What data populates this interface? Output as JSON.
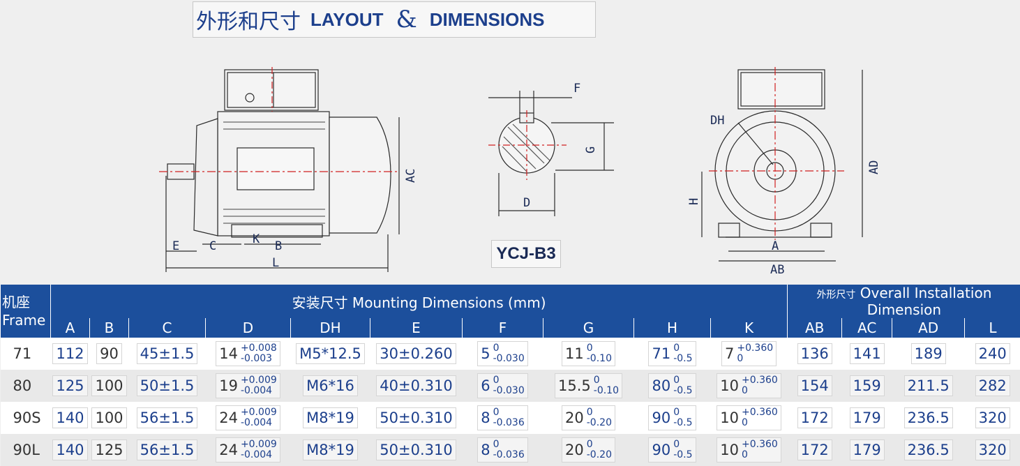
{
  "title": {
    "cn": "外形和尺寸",
    "en_left": "LAYOUT",
    "amp": "&",
    "en_right": "DIMENSIONS"
  },
  "model": "YCJ-B3",
  "drawing_labels": {
    "E": "E",
    "C": "C",
    "K": "K",
    "B": "B",
    "L": "L",
    "AC": "AC",
    "F": "F",
    "G": "G",
    "D": "D",
    "DH": "DH",
    "H": "H",
    "A": "A",
    "AB": "AB",
    "AD": "AD"
  },
  "table": {
    "frame_header_cn": "机座",
    "frame_header_en": "Frame",
    "mounting_header": "安装尺寸 Mounting Dimensions (mm)",
    "overall_header_cn": "外形尺寸",
    "overall_header_en": "Overall Installation Dimension",
    "columns": [
      "A",
      "B",
      "C",
      "D",
      "DH",
      "E",
      "F",
      "G",
      "H",
      "K",
      "AB",
      "AC",
      "AD",
      "L"
    ],
    "rows": [
      {
        "frame": "71",
        "A": "112",
        "B": "90",
        "C": "45±1.5",
        "D": "14",
        "D_up": "+0.008",
        "D_dn": "-0.003",
        "DH": "M5*12.5",
        "E": "30±0.260",
        "F": "5",
        "F_up": "0",
        "F_dn": "-0.030",
        "G": "11",
        "G_up": "0",
        "G_dn": "-0.10",
        "H": "71",
        "H_up": "0",
        "H_dn": "-0.5",
        "K": "7",
        "K_up": "+0.360",
        "K_dn": "0",
        "AB": "136",
        "AC": "141",
        "AD": "189",
        "L": "240"
      },
      {
        "frame": "80",
        "A": "125",
        "B": "100",
        "C": "50±1.5",
        "D": "19",
        "D_up": "+0.009",
        "D_dn": "-0.004",
        "DH": "M6*16",
        "E": "40±0.310",
        "F": "6",
        "F_up": "0",
        "F_dn": "-0.030",
        "G": "15.5",
        "G_up": "0",
        "G_dn": "-0.10",
        "H": "80",
        "H_up": "0",
        "H_dn": "-0.5",
        "K": "10",
        "K_up": "+0.360",
        "K_dn": "0",
        "AB": "154",
        "AC": "159",
        "AD": "211.5",
        "L": "282"
      },
      {
        "frame": "90S",
        "A": "140",
        "B": "100",
        "C": "56±1.5",
        "D": "24",
        "D_up": "+0.009",
        "D_dn": "-0.004",
        "DH": "M8*19",
        "E": "50±0.310",
        "F": "8",
        "F_up": "0",
        "F_dn": "-0.036",
        "G": "20",
        "G_up": "0",
        "G_dn": "-0.20",
        "H": "90",
        "H_up": "0",
        "H_dn": "-0.5",
        "K": "10",
        "K_up": "+0.360",
        "K_dn": "0",
        "AB": "172",
        "AC": "179",
        "AD": "236.5",
        "L": "320"
      },
      {
        "frame": "90L",
        "A": "140",
        "B": "125",
        "C": "56±1.5",
        "D": "24",
        "D_up": "+0.009",
        "D_dn": "-0.004",
        "DH": "M8*19",
        "E": "50±0.310",
        "F": "8",
        "F_up": "0",
        "F_dn": "-0.036",
        "G": "20",
        "G_up": "0",
        "G_dn": "-0.20",
        "H": "90",
        "H_up": "0",
        "H_dn": "-0.5",
        "K": "10",
        "K_up": "+0.360",
        "K_dn": "0",
        "AB": "172",
        "AC": "179",
        "AD": "236.5",
        "L": "320"
      }
    ]
  },
  "colors": {
    "header_bg": "#1c4f9c",
    "title_text": "#1c3f8c",
    "center_line": "#d02020"
  }
}
